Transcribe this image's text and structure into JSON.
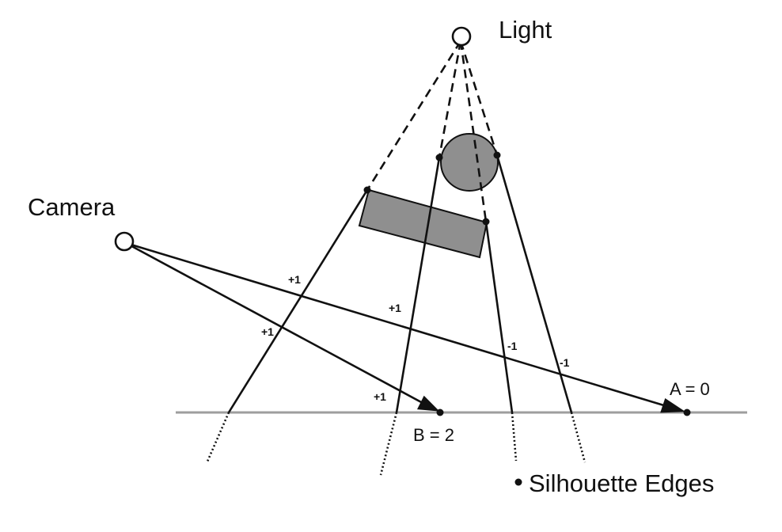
{
  "labels": {
    "light": "Light",
    "camera": "Camera",
    "point_a": "A = 0",
    "point_b": "B = 2",
    "legend": "Silhouette Edges"
  },
  "counters": {
    "ray_a_first": "+1",
    "ray_a_second": "+1",
    "ray_a_third": "-1",
    "ray_a_fourth": "-1",
    "ray_b_first": "+1",
    "ray_b_second": "+1"
  },
  "colors": {
    "ink": "#111111",
    "occluder": "#8f8f8f",
    "ground": "#9e9e9e"
  }
}
